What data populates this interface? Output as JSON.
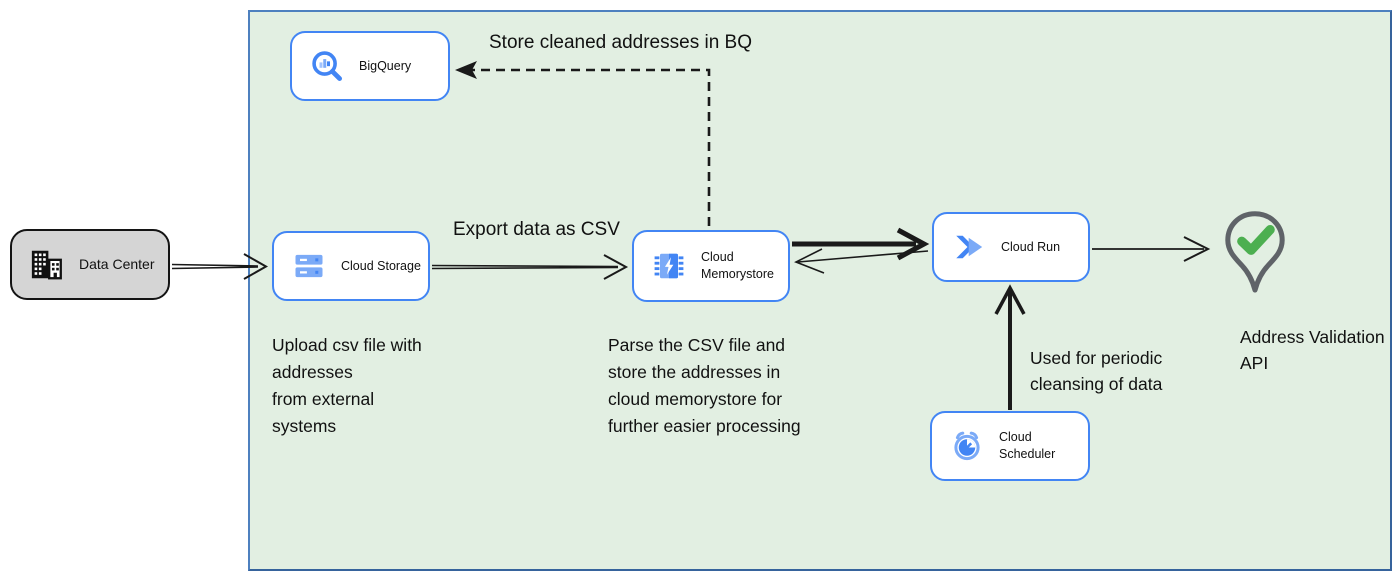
{
  "nodes": {
    "data_center": {
      "label": "Data Center"
    },
    "bigquery": {
      "label": "BigQuery"
    },
    "cloud_storage": {
      "label": "Cloud Storage"
    },
    "cloud_memorystore": {
      "label": "Cloud Memorystore"
    },
    "cloud_run": {
      "label": "Cloud Run"
    },
    "cloud_scheduler": {
      "label": "Cloud Scheduler"
    },
    "address_validation_api": {
      "label": "Address Validation\nAPI"
    }
  },
  "edge_labels": {
    "store_cleaned_addresses": "Store cleaned addresses in BQ",
    "export_data_csv": "Export data as CSV",
    "periodic_cleansing": "Used for periodic\ncleansing of data"
  },
  "annotations": {
    "upload_csv": "Upload csv file with\naddresses\nfrom external\nsystems",
    "parse_csv": "Parse the CSV file and\nstore the addresses in\ncloud  memorystore for\nfurther easier processing"
  },
  "colors": {
    "boundary_fill": "#e2efe2",
    "boundary_border": "#4d80bf",
    "node_border_blue": "#4285f4",
    "icon_blue": "#4285f4",
    "icon_light_blue": "#7baaf7",
    "data_center_fill": "#d5d5d5",
    "pin_outline_gray": "#5f6368",
    "check_green": "#4caf50",
    "arrow_black": "#1a1a1a"
  }
}
